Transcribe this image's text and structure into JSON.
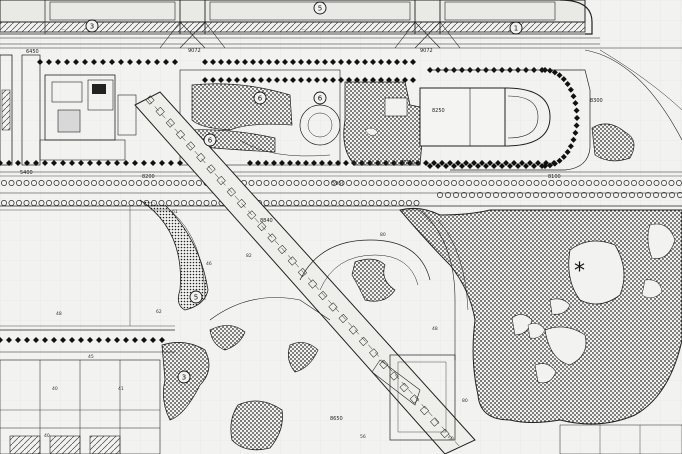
{
  "plan": {
    "area_markers": [
      {
        "id": "m1",
        "text": "3"
      },
      {
        "id": "m2",
        "text": "5"
      },
      {
        "id": "m3",
        "text": "1"
      },
      {
        "id": "m4",
        "text": "6"
      },
      {
        "id": "m5",
        "text": "6"
      },
      {
        "id": "m6",
        "text": "6"
      },
      {
        "id": "m7",
        "text": "5"
      },
      {
        "id": "m8",
        "text": "3"
      }
    ],
    "dimension_labels": {
      "d_top_a": "9072",
      "d_top_b": "9072",
      "d_row_left": "5400",
      "d_row_mid": "8200",
      "d_row_c": "5950",
      "d_row_d": "5790",
      "d_row_e": "8100",
      "d_bldg": "8250",
      "d_right": "8300",
      "d_left_top": "6450",
      "d_diag": "8840",
      "d_bottom": "8650"
    },
    "grid_labels": {
      "g1": "48",
      "g2": "45",
      "g3": "40",
      "g4": "40",
      "g5": "41",
      "g6": "61",
      "g7": "82",
      "g8": "46",
      "g9": "62",
      "g10": "80",
      "g11": "48",
      "g12": "80",
      "g13": "50",
      "g14": "56"
    },
    "symbol_star": "*",
    "colors": {
      "paper": "#f2f2f0",
      "ink": "#1a1a1a",
      "stipple": "#3a3a3a",
      "grid": "#b8b8c8"
    }
  }
}
